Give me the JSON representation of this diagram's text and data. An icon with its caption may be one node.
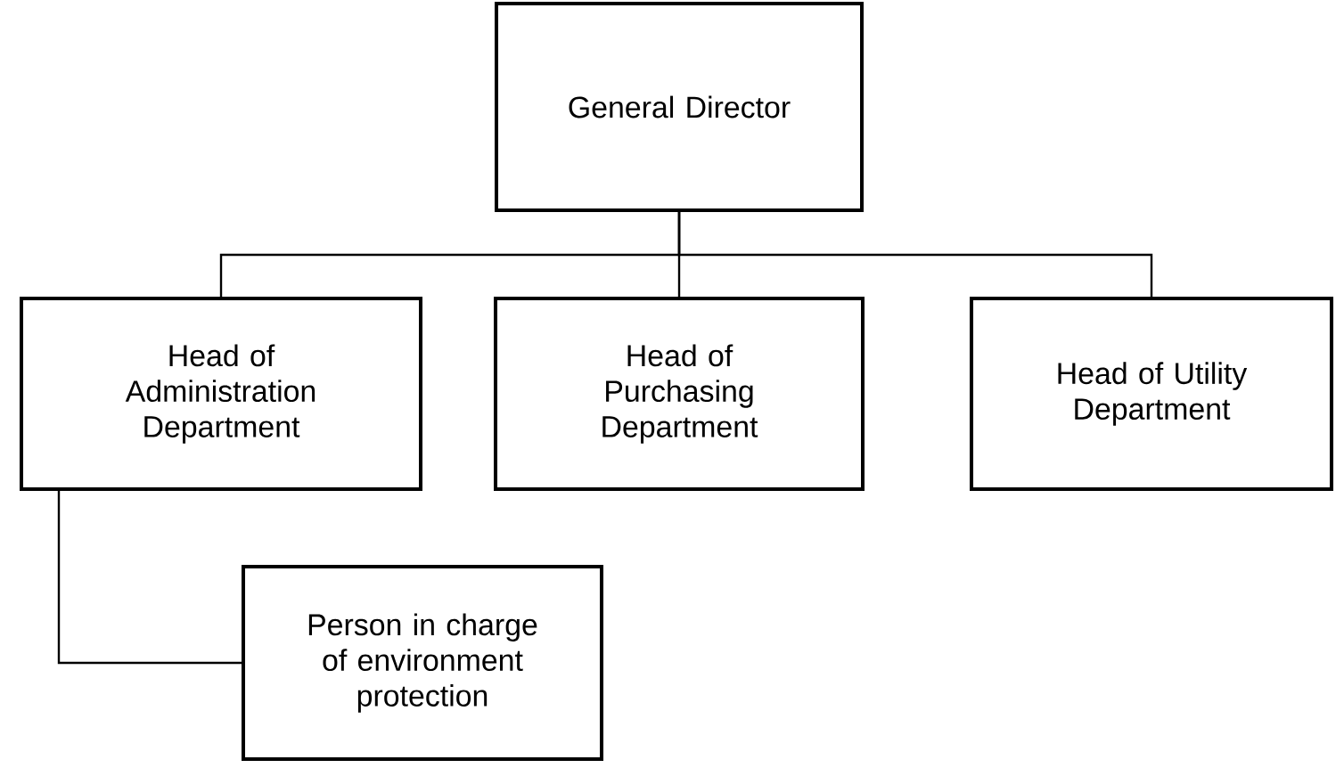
{
  "diagram": {
    "nodes": [
      {
        "text": [
          "General Director"
        ]
      },
      {
        "text": [
          "Head of Administration Department"
        ]
      },
      {
        "text": [
          "Head of Purchasing Department"
        ]
      },
      {
        "text": [
          "Head of Utility Department"
        ]
      },
      {
        "text": [
          "Person in charge of environment protection"
        ]
      }
    ],
    "edges": [
      {
        "from": 0,
        "to": 1,
        "arrow": "none"
      },
      {
        "from": 0,
        "to": 2,
        "arrow": "none"
      },
      {
        "from": 0,
        "to": 3,
        "arrow": "none"
      },
      {
        "from": 1,
        "to": 4,
        "arrow": "none"
      }
    ]
  }
}
